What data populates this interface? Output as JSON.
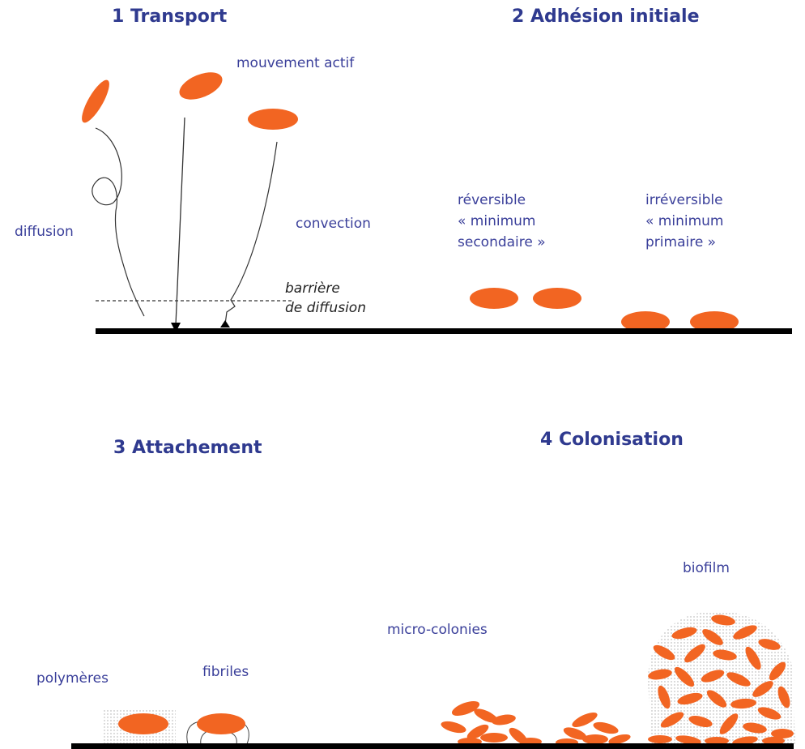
{
  "stages": {
    "transport": "1 Transport",
    "adhesion": "2 Adhésion initiale",
    "attachement": "3 Attachement",
    "colonisation": "4 Colonisation"
  },
  "labels": {
    "mouvement_actif": "mouvement actif",
    "diffusion": "diffusion",
    "convection": "convection",
    "barriere_line1": "barrière",
    "barriere_line2": "de diffusion",
    "reversible_1": "réversible",
    "reversible_2": "« minimum",
    "reversible_3": "secondaire »",
    "irreversible_1": "irréversible",
    "irreversible_2": "« minimum",
    "irreversible_3": "primaire »",
    "polymeres": "polymères",
    "fibriles": "fibriles",
    "micro_colonies": "micro-colonies",
    "biofilm": "biofilm"
  },
  "colors": {
    "bacteria": "#f26522",
    "title": "#2f3a8f",
    "label": "#3a3f9a",
    "surface": "#000000"
  }
}
